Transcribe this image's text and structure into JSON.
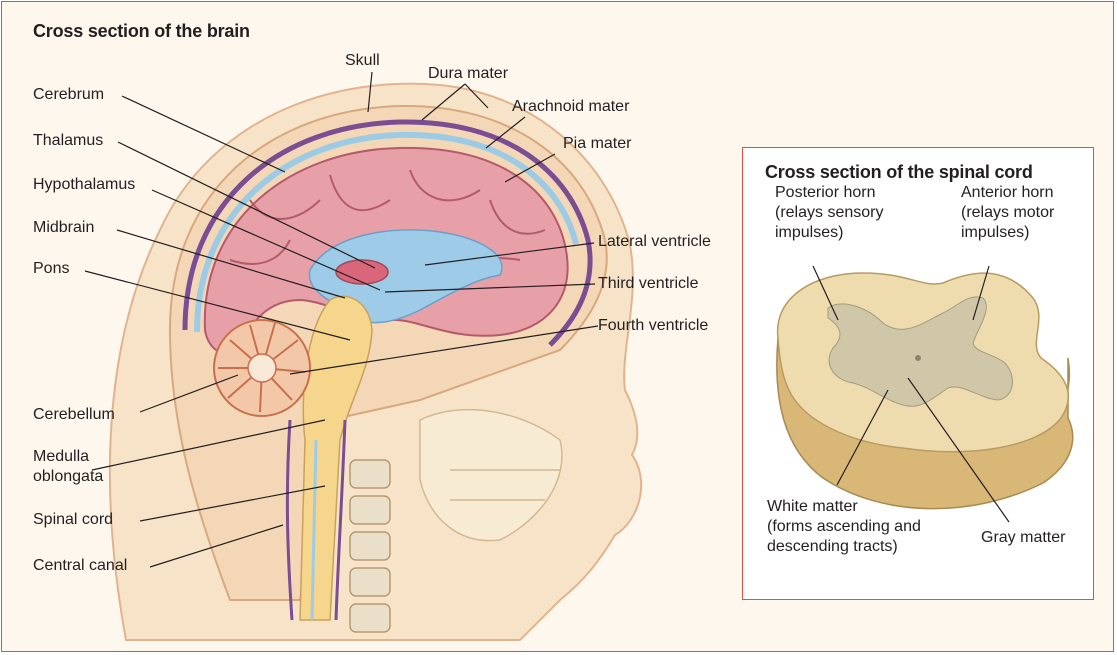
{
  "brain": {
    "title": "Cross section of the brain",
    "labels": {
      "skull": "Skull",
      "dura_mater": "Dura mater",
      "arachnoid_mater": "Arachnoid mater",
      "pia_mater": "Pia mater",
      "cerebrum": "Cerebrum",
      "thalamus": "Thalamus",
      "hypothalamus": "Hypothalamus",
      "midbrain": "Midbrain",
      "pons": "Pons",
      "lateral_ventricle": "Lateral ventricle",
      "third_ventricle": "Third ventricle",
      "fourth_ventricle": "Fourth ventricle",
      "cerebellum": "Cerebellum",
      "medulla_oblongata": "Medulla\noblongata",
      "spinal_cord": "Spinal cord",
      "central_canal": "Central canal"
    }
  },
  "spinal_cord": {
    "title": "Cross section of the spinal cord",
    "labels": {
      "posterior_horn": "Posterior horn\n(relays sensory\nimpulses)",
      "anterior_horn": "Anterior horn\n(relays motor\nimpulses)",
      "white_matter": "White matter\n(forms ascending and\ndescending tracts)",
      "gray_matter": "Gray matter"
    }
  },
  "colors": {
    "frame_border": "#e2503f",
    "background": "#fef7ee",
    "cerebrum": "#e8a0a8",
    "ventricle": "#9ecbe8",
    "brainstem": "#f6d58c",
    "membrane": "#7b4d93",
    "skin": "#f4dfc0",
    "cord_white": "#efdcae",
    "cord_gray": "#cfc7a8"
  }
}
